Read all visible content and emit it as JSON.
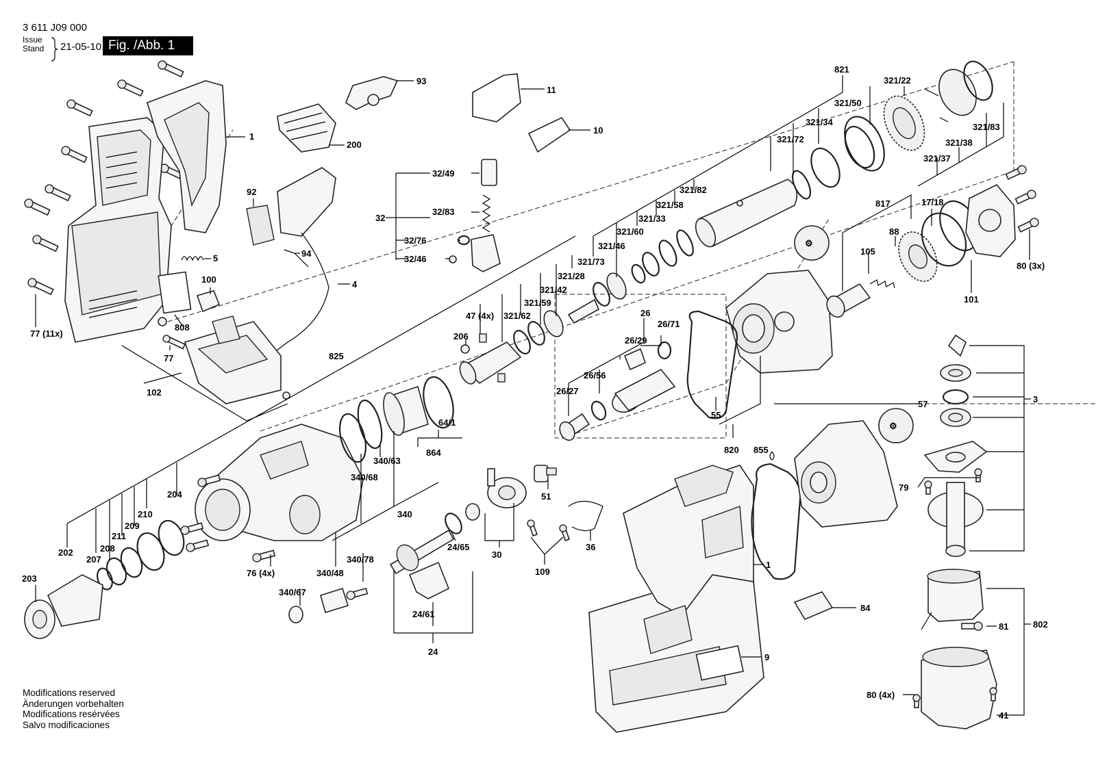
{
  "header": {
    "doc_number": "3 611 J09 000",
    "issue_label": "Issue",
    "stand_label": "Stand",
    "issue_date": "21-05-10",
    "figure_label": "Fig. /Abb. 1"
  },
  "footer": {
    "lines": [
      "Modifications reserved",
      "Änderungen vorbehalten",
      "Modifications resérvées",
      "Salvo modificaciones"
    ]
  },
  "labels": {
    "l1a": "1",
    "l1b": "1",
    "l3": "3",
    "l4": "4",
    "l5": "5",
    "l9": "9",
    "l10": "10",
    "l11": "11",
    "l24": "24",
    "l2461": "24/61",
    "l2465": "24/65",
    "l26": "26",
    "l2627": "26/27",
    "l2629": "26/29",
    "l2656": "26/56",
    "l2671": "26/71",
    "l30": "30",
    "l32": "32",
    "l3246": "32/46",
    "l3249": "32/49",
    "l3276": "32/76",
    "l3283": "32/83",
    "l36": "36",
    "l41": "41",
    "l4x": "47 (4x)",
    "l51": "51",
    "l55": "55",
    "l57": "57",
    "l641": "64/1",
    "l7611": "77 (11x)",
    "l77": "77",
    "l76": "76 (4x)",
    "l79": "79",
    "l8080": "80 (3x)",
    "l804": "80 (4x)",
    "l81": "81",
    "l84": "84",
    "l88": "88",
    "l92": "92",
    "l93": "93",
    "l94": "94",
    "l100": "100",
    "l101": "101",
    "l102": "102",
    "l105": "105",
    "l109": "109",
    "l1718": "17/18",
    "l200": "200",
    "l202": "202",
    "l203": "203",
    "l204": "204",
    "l206": "206",
    "l207": "207",
    "l208": "208",
    "l209": "209",
    "l210": "210",
    "l211": "211",
    "l32122": "321/22",
    "l32128": "321/28",
    "l32133": "321/33",
    "l32134": "321/34",
    "l32137": "321/37",
    "l32138": "321/38",
    "l32142": "321/42",
    "l32146": "321/46",
    "l32150": "321/50",
    "l32158": "321/58",
    "l32159": "321/59",
    "l32160": "321/60",
    "l32162": "321/62",
    "l32172": "321/72",
    "l32173": "321/73",
    "l32182": "321/82",
    "l32183": "321/83",
    "l340": "340",
    "l34048": "340/48",
    "l34063": "340/63",
    "l34067": "340/67",
    "l34068": "340/68",
    "l34078": "340/78",
    "l802": "802",
    "l808": "808",
    "l817": "817",
    "l820": "820",
    "l821": "821",
    "l825": "825",
    "l855": "855",
    "l864": "864"
  },
  "icons": [
    "screw-icon",
    "drop-icon",
    "bosch-logo-icon"
  ]
}
